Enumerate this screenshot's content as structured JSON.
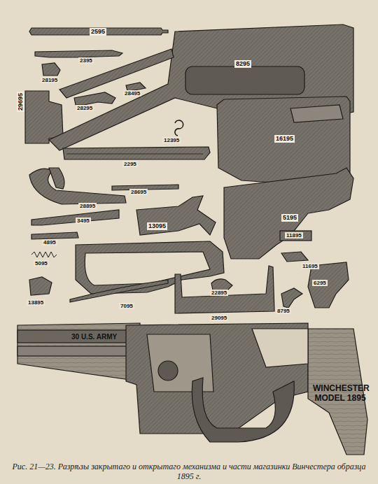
{
  "diagram": {
    "caption": "Рис. 21—23. Разрѣзы закрытаго и открытаго механизма и части магазинки Винчестера образца 1895 г.",
    "labels": [
      "2595",
      "2395",
      "28195",
      "28495",
      "29695",
      "28295",
      "8295",
      "12395",
      "16195",
      "2295",
      "28695",
      "28895",
      "13095",
      "3495",
      "5195",
      "11895",
      "4895",
      "11695",
      "5095",
      "6295",
      "13895",
      "22895",
      "7095",
      "8795",
      "29095",
      "30 U.S. ARMY",
      "WINCHESTER MODEL 1895"
    ]
  }
}
